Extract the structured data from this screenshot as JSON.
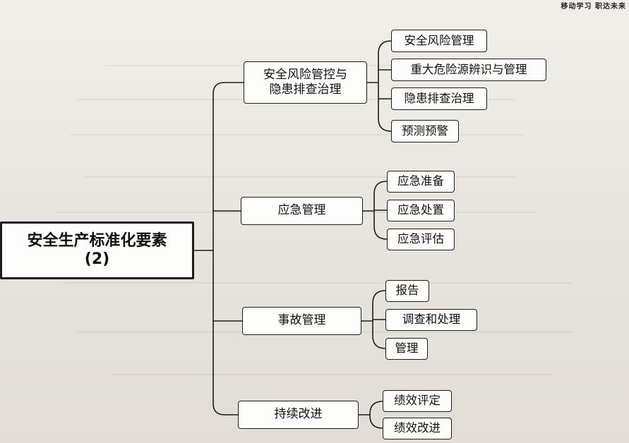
{
  "brand": "移动学习 职达未来",
  "root": {
    "label": "安全生产标准化要素\n(2)"
  },
  "branches": [
    {
      "label": "安全风险管控与\n隐患排查治理",
      "children": [
        "安全风险管理",
        "重大危险源辨识与管理",
        "隐患排查治理",
        "预测预警"
      ]
    },
    {
      "label": "应急管理",
      "children": [
        "应急准备",
        "应急处置",
        "应急评估"
      ]
    },
    {
      "label": "事故管理",
      "children": [
        "报告",
        "调查和处理",
        "管理"
      ]
    },
    {
      "label": "持续改进",
      "children": [
        "绩效评定",
        "绩效改进"
      ]
    }
  ],
  "colors": {
    "line": "#1d1d1d",
    "box_bg": "#fdfdfb"
  }
}
